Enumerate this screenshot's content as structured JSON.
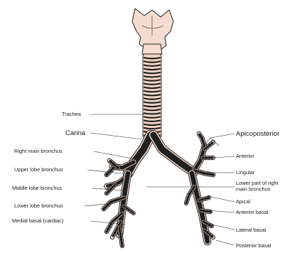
{
  "labels": {
    "trachea": "Trachea",
    "carina": "Carina",
    "right_main_bronchus": "Right main bronchus",
    "upper_lobe_bronchus": "Upper lobe bronchus",
    "middle_lobe_bronchus": "Middle lobe bronchus",
    "lower_lobe_bronchus": "Lower lobe bronchus",
    "medial_basal": "Medial basal (cardiac)",
    "apicoposterior": "Apicoposterior",
    "anterior": "Anterior",
    "lingular": "Lingular",
    "lower_part_right_main_1": "Lower part of right",
    "lower_part_right_main_2": "main bronchus",
    "apical": "Apical",
    "anterior_basal": "Anterior basal",
    "lateral_basal": "Lateral basal",
    "posterior_basal": "Posterior basal"
  },
  "colors": {
    "tissue": "#efd4c4",
    "cartilage": "#f4ddd0",
    "outline": "#1f1f1f"
  }
}
